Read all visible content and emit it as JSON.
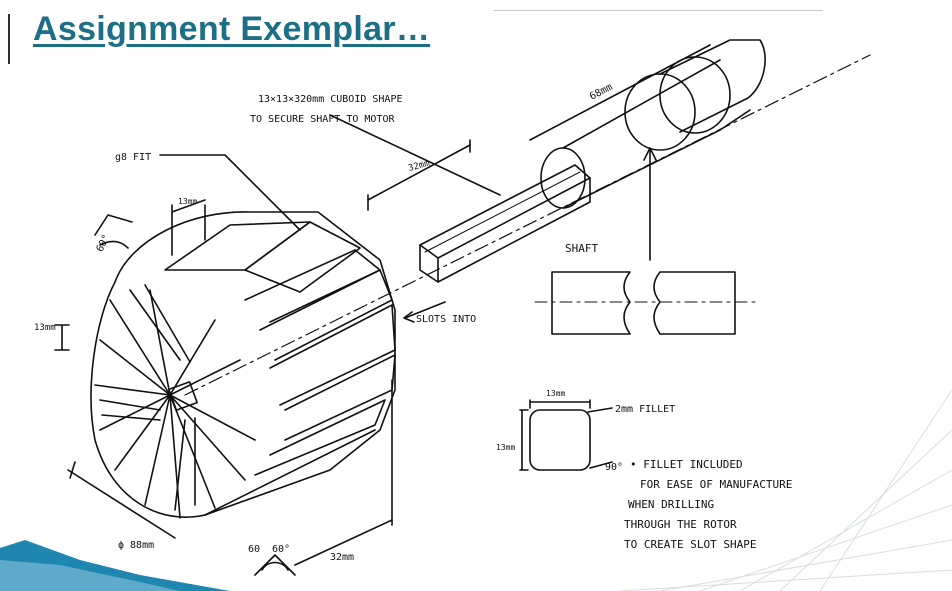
{
  "slide": {
    "title": "Assignment Exemplar…"
  },
  "drawing": {
    "labels": {
      "cuboid_line1": "13×13×320mm CUBOID SHAPE",
      "cuboid_line2": "TO SECURE SHAFT TO MOTOR",
      "fit": "g8 FIT",
      "dim_68": "68mm",
      "dim_32_top": "32mm",
      "dim_13_small": "13mm",
      "angle_60": "60°",
      "dim_13_left": "13mm",
      "shaft": "SHAFT",
      "slots_into": "SLOTS INTO",
      "dim_13_fillet_top": "13mm",
      "dim_13_fillet_side": "13mm",
      "fillet": "2mm FILLET",
      "angle_90": "90°",
      "note_line1": "• FILLET INCLUDED",
      "note_line2": "FOR EASE OF MANUFACTURE",
      "note_line3": "WHEN DRILLING",
      "note_line4": "THROUGH THE ROTOR",
      "note_line5": "TO CREATE SLOT SHAPE",
      "dia_88": "ϕ 88mm",
      "angle_60_a": "60",
      "angle_60_b": "60°",
      "dim_32_bottom": "32mm"
    }
  },
  "colors": {
    "title": "#1d6f86",
    "ink": "#111111",
    "accent_corner": "#1f86b0"
  }
}
